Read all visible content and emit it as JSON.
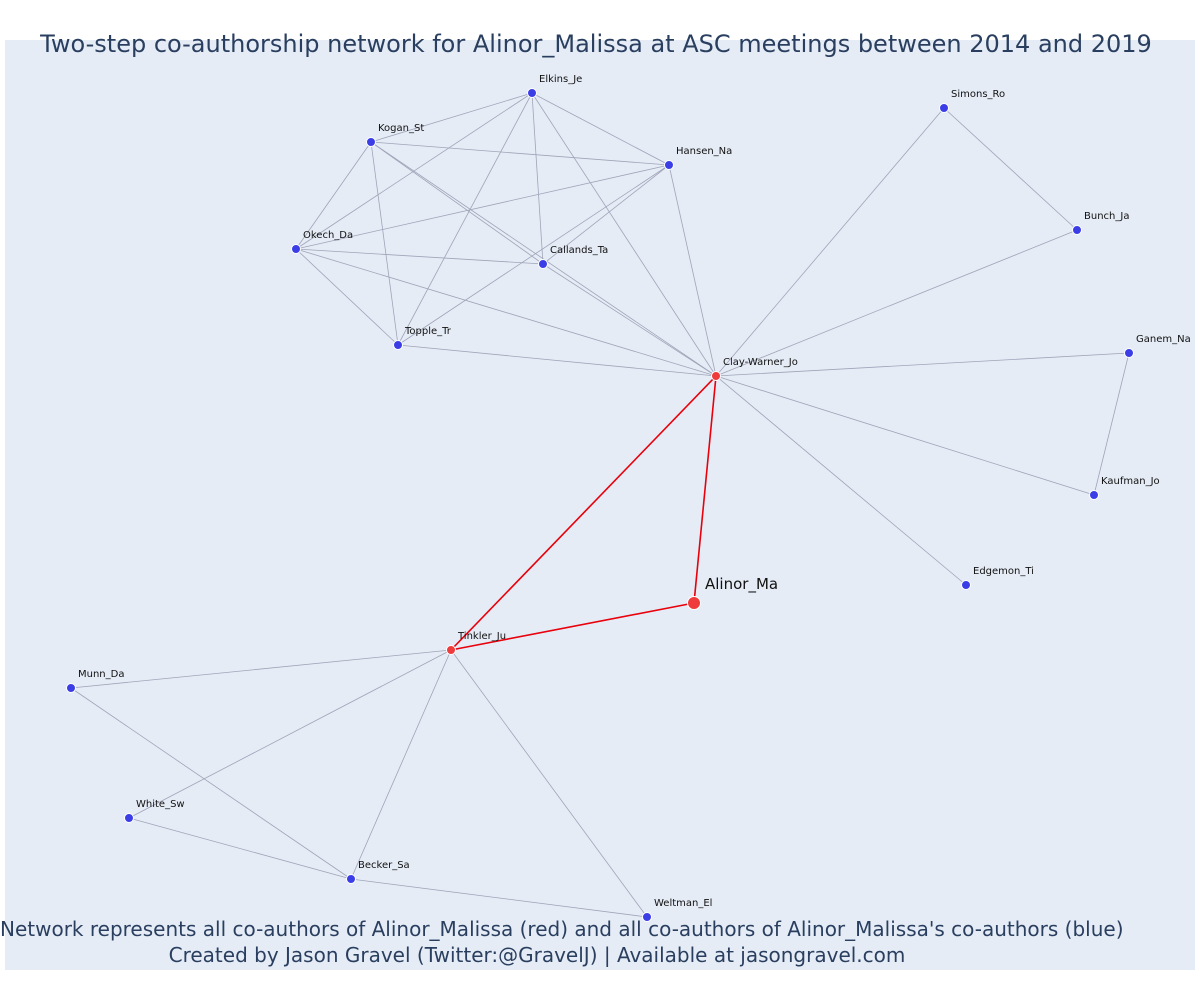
{
  "title": "Two-step co-authorship network for Alinor_Malissa at ASC meetings between 2014 and 2019",
  "footer": {
    "line1": "Network represents all co-authors of Alinor_Malissa (red) and all co-authors of Alinor_Malissa's co-authors (blue)",
    "line2": "Created by Jason Gravel (Twitter:@GravelJ) | Available at jasongravel.com"
  },
  "colors": {
    "background": "#e5ecf6",
    "edge_default": "#a0a4b8",
    "edge_highlight": "#e8000b",
    "node_blue": "#3b3ee6",
    "node_red": "#ef3b3b",
    "text": "#2a3f5f"
  },
  "nodes": [
    {
      "id": "Alinor_Ma",
      "group": "focal"
    },
    {
      "id": "Clay-Warner_Jo",
      "group": "red"
    },
    {
      "id": "Tinkler_Ju",
      "group": "red"
    },
    {
      "id": "Elkins_Je",
      "group": "blue"
    },
    {
      "id": "Kogan_St",
      "group": "blue"
    },
    {
      "id": "Hansen_Na",
      "group": "blue"
    },
    {
      "id": "Okech_Da",
      "group": "blue"
    },
    {
      "id": "Callands_Ta",
      "group": "blue"
    },
    {
      "id": "Topple_Tr",
      "group": "blue"
    },
    {
      "id": "Simons_Ro",
      "group": "blue"
    },
    {
      "id": "Bunch_Ja",
      "group": "blue"
    },
    {
      "id": "Ganem_Na",
      "group": "blue"
    },
    {
      "id": "Kaufman_Jo",
      "group": "blue"
    },
    {
      "id": "Edgemon_Ti",
      "group": "blue"
    },
    {
      "id": "Munn_Da",
      "group": "blue"
    },
    {
      "id": "White_Sw",
      "group": "blue"
    },
    {
      "id": "Becker_Sa",
      "group": "blue"
    },
    {
      "id": "Weltman_El",
      "group": "blue"
    }
  ],
  "edges": [
    {
      "source": "Alinor_Ma",
      "target": "Clay-Warner_Jo",
      "highlight": true
    },
    {
      "source": "Alinor_Ma",
      "target": "Tinkler_Ju",
      "highlight": true
    },
    {
      "source": "Clay-Warner_Jo",
      "target": "Tinkler_Ju",
      "highlight": true
    },
    {
      "source": "Clay-Warner_Jo",
      "target": "Elkins_Je",
      "highlight": false
    },
    {
      "source": "Clay-Warner_Jo",
      "target": "Kogan_St",
      "highlight": false
    },
    {
      "source": "Clay-Warner_Jo",
      "target": "Hansen_Na",
      "highlight": false
    },
    {
      "source": "Clay-Warner_Jo",
      "target": "Okech_Da",
      "highlight": false
    },
    {
      "source": "Clay-Warner_Jo",
      "target": "Callands_Ta",
      "highlight": false
    },
    {
      "source": "Clay-Warner_Jo",
      "target": "Topple_Tr",
      "highlight": false
    },
    {
      "source": "Clay-Warner_Jo",
      "target": "Simons_Ro",
      "highlight": false
    },
    {
      "source": "Clay-Warner_Jo",
      "target": "Bunch_Ja",
      "highlight": false
    },
    {
      "source": "Clay-Warner_Jo",
      "target": "Ganem_Na",
      "highlight": false
    },
    {
      "source": "Clay-Warner_Jo",
      "target": "Kaufman_Jo",
      "highlight": false
    },
    {
      "source": "Clay-Warner_Jo",
      "target": "Edgemon_Ti",
      "highlight": false
    },
    {
      "source": "Elkins_Je",
      "target": "Kogan_St",
      "highlight": false
    },
    {
      "source": "Elkins_Je",
      "target": "Hansen_Na",
      "highlight": false
    },
    {
      "source": "Elkins_Je",
      "target": "Okech_Da",
      "highlight": false
    },
    {
      "source": "Elkins_Je",
      "target": "Callands_Ta",
      "highlight": false
    },
    {
      "source": "Elkins_Je",
      "target": "Topple_Tr",
      "highlight": false
    },
    {
      "source": "Kogan_St",
      "target": "Hansen_Na",
      "highlight": false
    },
    {
      "source": "Kogan_St",
      "target": "Okech_Da",
      "highlight": false
    },
    {
      "source": "Kogan_St",
      "target": "Callands_Ta",
      "highlight": false
    },
    {
      "source": "Kogan_St",
      "target": "Topple_Tr",
      "highlight": false
    },
    {
      "source": "Hansen_Na",
      "target": "Okech_Da",
      "highlight": false
    },
    {
      "source": "Hansen_Na",
      "target": "Callands_Ta",
      "highlight": false
    },
    {
      "source": "Hansen_Na",
      "target": "Topple_Tr",
      "highlight": false
    },
    {
      "source": "Okech_Da",
      "target": "Callands_Ta",
      "highlight": false
    },
    {
      "source": "Okech_Da",
      "target": "Topple_Tr",
      "highlight": false
    },
    {
      "source": "Simons_Ro",
      "target": "Bunch_Ja",
      "highlight": false
    },
    {
      "source": "Ganem_Na",
      "target": "Kaufman_Jo",
      "highlight": false
    },
    {
      "source": "Tinkler_Ju",
      "target": "Munn_Da",
      "highlight": false
    },
    {
      "source": "Tinkler_Ju",
      "target": "White_Sw",
      "highlight": false
    },
    {
      "source": "Tinkler_Ju",
      "target": "Becker_Sa",
      "highlight": false
    },
    {
      "source": "Tinkler_Ju",
      "target": "Weltman_El",
      "highlight": false
    },
    {
      "source": "Munn_Da",
      "target": "Becker_Sa",
      "highlight": false
    },
    {
      "source": "White_Sw",
      "target": "Becker_Sa",
      "highlight": false
    },
    {
      "source": "Becker_Sa",
      "target": "Weltman_El",
      "highlight": false
    }
  ]
}
